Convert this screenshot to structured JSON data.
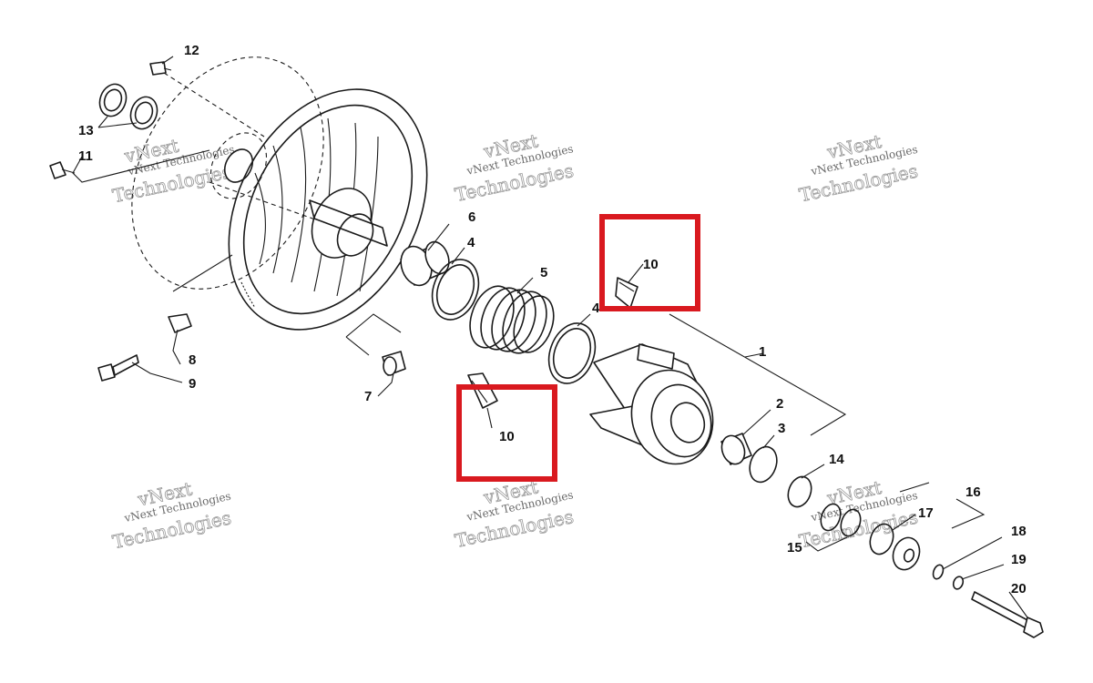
{
  "diagram": {
    "callouts": [
      "1",
      "2",
      "3",
      "4",
      "4",
      "5",
      "6",
      "7",
      "8",
      "9",
      "10",
      "10",
      "11",
      "12",
      "13",
      "14",
      "15",
      "16",
      "17",
      "18",
      "19",
      "20"
    ],
    "watermark": {
      "small_text": "vNext Technologies",
      "large_text": "Technologies",
      "prefix_text": "vNext"
    },
    "highlight_color": "#d9191f",
    "line_color": "#1a1a1a"
  }
}
